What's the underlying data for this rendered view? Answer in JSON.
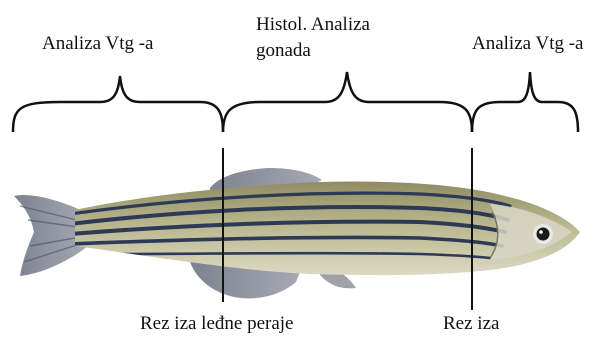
{
  "labels": {
    "left_section": "Analiza Vtg -a",
    "middle_section_line1": "Histol. Analiza",
    "middle_section_line2": "gonada",
    "right_section": "Analiza Vtg -a",
    "cut_behind_dorsal_fin": "Rez iza leđne peraje",
    "cut_behind": "Rez iza"
  },
  "colors": {
    "ink": "#111111",
    "fish_body": "#b7b48a",
    "fish_belly": "#d9d6bf",
    "fish_stripe": "#2c3a55",
    "fin": "#8e93a0",
    "eye": "#1a1a1a"
  }
}
